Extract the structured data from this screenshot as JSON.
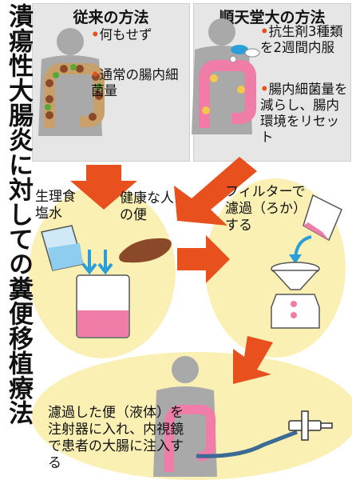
{
  "title": "潰瘍性大腸炎に対しての糞便移植療法",
  "panels": {
    "left": {
      "heading": "従来の方法",
      "bullets": [
        "何もせず",
        "通常の腸内細菌量"
      ]
    },
    "right": {
      "heading": "順天堂大の方法",
      "bullets": [
        "抗生剤3種類を2週間内服",
        "腸内細菌量を減らし、腸内環境をリセット"
      ]
    }
  },
  "labels": {
    "saline": "生理食塩水",
    "healthy_stool": "健康な人の便",
    "filter": "フィルターで濾過（ろか）する",
    "inject": "濾過した便（液体）を注射器に入れ、内視鏡で患者の大腸に注入する"
  },
  "colors": {
    "accent": "#e8501e",
    "yellow": "#faf0b4",
    "pink": "#f07ca8",
    "blue": "#2a9fd8",
    "brown": "#8a4a2a"
  }
}
